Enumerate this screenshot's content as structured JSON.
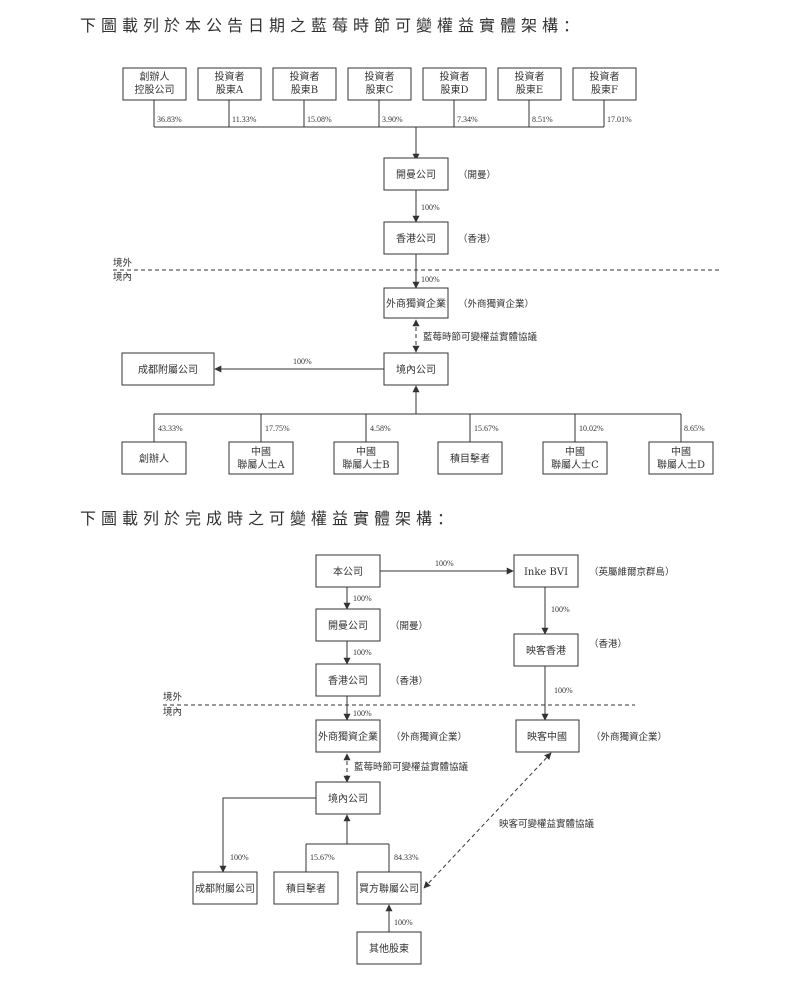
{
  "heading1": "下圖載列於本公告日期之藍莓時節可變權益實體架構：",
  "heading2": "下圖載列於完成時之可變權益實體架構：",
  "diagram1": {
    "shareholders": [
      {
        "line1": "創辦人",
        "line2": "控股公司",
        "pct": "36.83%"
      },
      {
        "line1": "投資者",
        "line2": "股東A",
        "pct": "11.33%"
      },
      {
        "line1": "投資者",
        "line2": "股東B",
        "pct": "15.08%"
      },
      {
        "line1": "投資者",
        "line2": "股東C",
        "pct": "3.90%"
      },
      {
        "line1": "投資者",
        "line2": "股東D",
        "pct": "7.34%"
      },
      {
        "line1": "投資者",
        "line2": "股東E",
        "pct": "8.51%"
      },
      {
        "line1": "投資者",
        "line2": "股東F",
        "pct": "17.01%"
      }
    ],
    "cayman": {
      "name": "開曼公司",
      "note": "（開曼）"
    },
    "cayman_to_hk_pct": "100%",
    "hk": {
      "name": "香港公司",
      "note": "（香港）"
    },
    "hk_to_wfoe_pct": "100%",
    "offshore_label": "境外",
    "onshore_label": "境內",
    "wfoe": {
      "name": "外商獨資企業",
      "note": "（外商獨資企業）"
    },
    "vie_agreement": "藍莓時節可變權益實體協議",
    "domestic": {
      "name": "境內公司"
    },
    "chengdu": {
      "name": "成都附屬公司",
      "pct": "100%"
    },
    "owners": [
      {
        "line1": "創辦人",
        "line2": "",
        "pct": "43.33%"
      },
      {
        "line1": "中國",
        "line2": "聯屬人士A",
        "pct": "17.75%"
      },
      {
        "line1": "中國",
        "line2": "聯屬人士B",
        "pct": "4.58%"
      },
      {
        "line1": "積目擊者",
        "line2": "",
        "pct": "15.67%"
      },
      {
        "line1": "中國",
        "line2": "聯屬人士C",
        "pct": "10.02%"
      },
      {
        "line1": "中國",
        "line2": "聯屬人士D",
        "pct": "8.65%"
      }
    ]
  },
  "diagram2": {
    "company": {
      "name": "本公司"
    },
    "company_to_bvi_pct": "100%",
    "inke_bvi": {
      "name": "Inke BVI",
      "note": "（英屬維爾京群島）"
    },
    "bvi_to_inke_hk_pct": "100%",
    "inke_hk": {
      "name": "映客香港",
      "note": "（香港）"
    },
    "inke_hk_to_inke_china_pct": "100%",
    "inke_china": {
      "name": "映客中國",
      "note": "（外商獨資企業）"
    },
    "company_to_cayman_pct": "100%",
    "cayman": {
      "name": "開曼公司",
      "note": "（開曼）"
    },
    "cayman_to_hk_pct": "100%",
    "hk": {
      "name": "香港公司",
      "note": "（香港）"
    },
    "hk_to_wfoe_pct": "100%",
    "offshore_label": "境外",
    "onshore_label": "境內",
    "wfoe": {
      "name": "外商獨資企業",
      "note": "（外商獨資企業）"
    },
    "vie_agreement": "藍莓時節可變權益實體協議",
    "domestic": {
      "name": "境內公司"
    },
    "chengdu": {
      "name": "成都附屬公司",
      "pct": "100%"
    },
    "jimu": {
      "name": "積目擊者",
      "pct": "15.67%"
    },
    "buyer_affiliate": {
      "name": "買方聯屬公司",
      "pct": "84.33%"
    },
    "other_shareholders": {
      "name": "其他股東",
      "pct": "100%"
    },
    "inke_vie_agreement": "映客可變權益實體協議"
  }
}
